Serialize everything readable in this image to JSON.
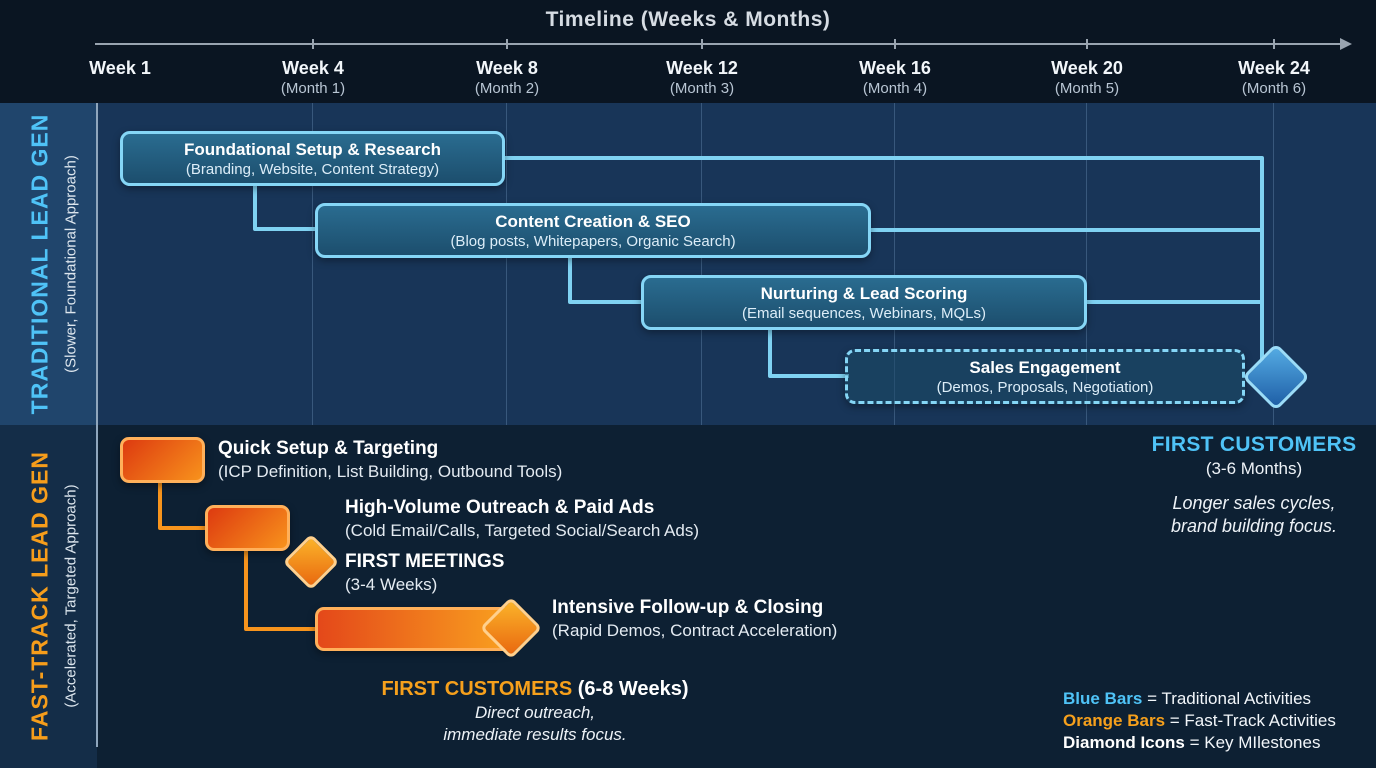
{
  "title": "Timeline (Weeks & Months)",
  "axis": {
    "weeks": [
      {
        "week": "Week 1",
        "month": ""
      },
      {
        "week": "Week 4",
        "month": "(Month 1)"
      },
      {
        "week": "Week 8",
        "month": "(Month 2)"
      },
      {
        "week": "Week 12",
        "month": "(Month 3)"
      },
      {
        "week": "Week 16",
        "month": "(Month 4)"
      },
      {
        "week": "Week 20",
        "month": "(Month 5)"
      },
      {
        "week": "Week 24",
        "month": "(Month 6)"
      }
    ]
  },
  "traditional": {
    "label": "TRADITIONAL LEAD GEN",
    "sublabel": "(Slower, Foundational Approach)",
    "bars": [
      {
        "title": "Foundational Setup & Research",
        "subtitle": "(Branding, Website, Content Strategy)"
      },
      {
        "title": "Content Creation & SEO",
        "subtitle": "(Blog posts, Whitepapers, Organic Search)"
      },
      {
        "title": "Nurturing & Lead Scoring",
        "subtitle": "(Email sequences, Webinars, MQLs)"
      },
      {
        "title": "Sales Engagement",
        "subtitle": "(Demos, Proposals, Negotiation)"
      }
    ],
    "outcome": {
      "title": "FIRST CUSTOMERS",
      "timeframe": "(3-6 Months)",
      "note_line1": "Longer sales cycles,",
      "note_line2": "brand building focus."
    }
  },
  "fast_track": {
    "label": "FAST-TRACK LEAD GEN",
    "sublabel": "(Accelerated, Targeted Approach)",
    "bars": [
      {
        "title": "Quick Setup & Targeting",
        "subtitle": "(ICP Definition, List Building, Outbound Tools)"
      },
      {
        "title": "High-Volume Outreach & Paid Ads",
        "subtitle": "(Cold Email/Calls, Targeted Social/Search Ads)"
      },
      {
        "title": "Intensive Follow-up & Closing",
        "subtitle": "(Rapid Demos, Contract Acceleration)"
      }
    ],
    "milestone_meetings": {
      "title": "FIRST MEETINGS",
      "timeframe": "(3-4 Weeks)"
    },
    "outcome": {
      "title": "FIRST CUSTOMERS",
      "timeframe": " (6-8 Weeks)",
      "note_line1": "Direct outreach,",
      "note_line2": "immediate results focus."
    }
  },
  "legend": {
    "blue": {
      "key": "Blue Bars",
      "value": " = Traditional Activities",
      "color": "#4fc3f7"
    },
    "orange": {
      "key": "Orange Bars",
      "value": " = Fast-Track Activities",
      "color": "#f6a01c"
    },
    "diamond": {
      "key": "Diamond Icons",
      "value": " = Key MIlestones",
      "color": "#ffffff"
    }
  },
  "colors": {
    "traditional_accent": "#4fc3f7",
    "fast_track_accent": "#f7941d",
    "bar_blue_border": "#85d6f6",
    "bar_orange_border": "#ffb05a",
    "background_dark": "#0a1522",
    "band_traditional": "#183558",
    "band_fast_track": "#0d2033"
  }
}
